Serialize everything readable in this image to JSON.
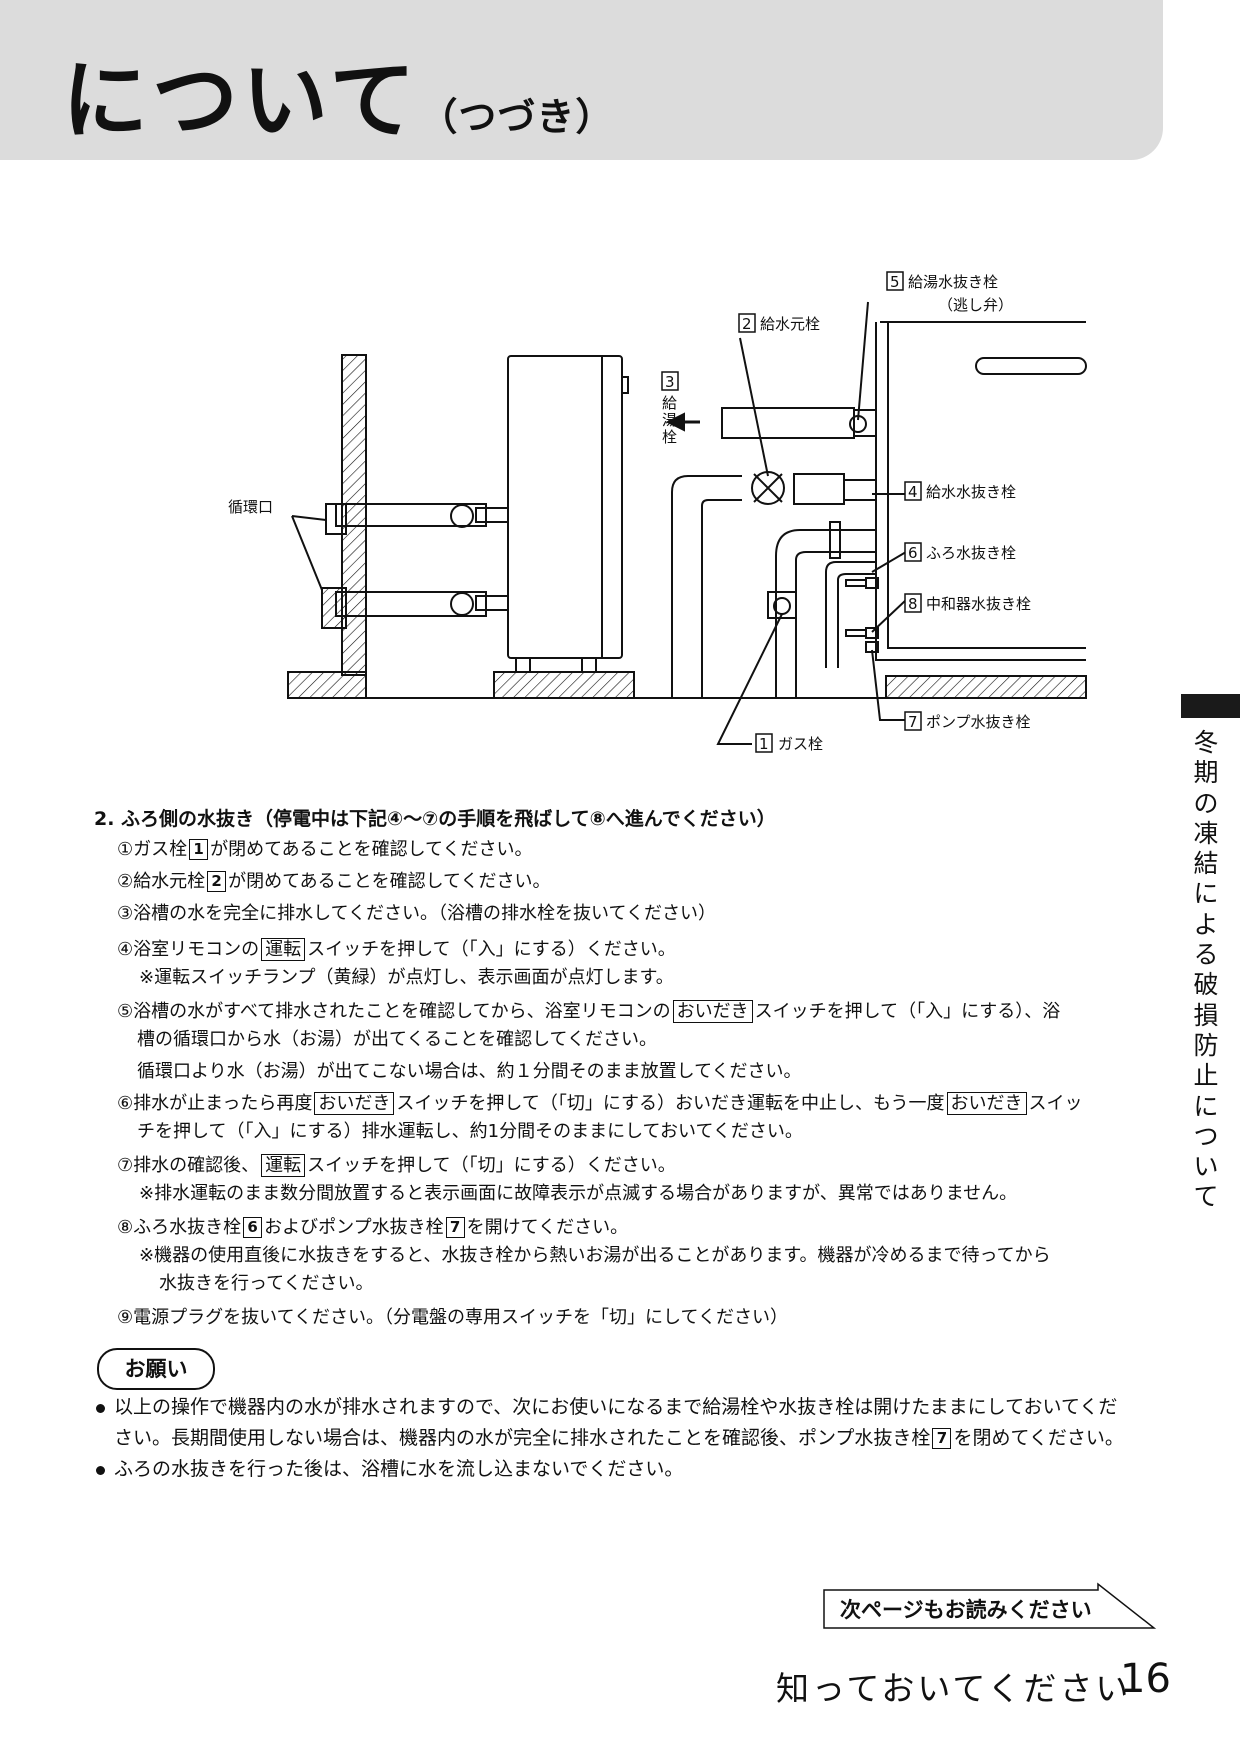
{
  "header": {
    "title": "について",
    "title_suffix": "（つづき）"
  },
  "side_tab": {
    "label_chars": [
      "冬",
      "期",
      "の",
      "凍",
      "結",
      "に",
      "よ",
      "る",
      "破",
      "損",
      "防",
      "止",
      "に",
      "つ",
      "い",
      "て"
    ]
  },
  "diagram": {
    "labels": {
      "hot_water_drain_valve": "給湯水抜き栓",
      "relief_valve": "（逃し弁）",
      "water_supply_main_valve": "給水元栓",
      "hot_water_valve": "給湯栓",
      "circulation_port": "循環口",
      "water_supply_drain_valve": "給水水抜き栓",
      "bath_drain_valve": "ふろ水抜き栓",
      "neutralizer_drain_valve": "中和器水抜き栓",
      "pump_drain_valve": "ポンプ水抜き栓",
      "gas_valve": "ガス栓"
    },
    "numbers": {
      "gas_valve": "1",
      "water_supply_main_valve": "2",
      "hot_water_valve": "3",
      "water_supply_drain_valve": "4",
      "hot_water_drain_valve": "5",
      "bath_drain_valve": "6",
      "pump_drain_valve": "7",
      "neutralizer_drain_valve": "8"
    }
  },
  "section": {
    "heading": "2. ふろ側の水抜き（停電中は下記④〜⑦の手順を飛ばして⑧へ進んでください）",
    "steps": {
      "s1": {
        "pre": "①ガス栓",
        "num": "1",
        "post": "が閉めてあることを確認してください。"
      },
      "s2": {
        "pre": "②給水元栓",
        "num": "2",
        "post": "が閉めてあることを確認してください。"
      },
      "s3": {
        "text": "③浴槽の水を完全に排水してください。（浴槽の排水栓を抜いてください）"
      },
      "s4": {
        "pre": "④浴室リモコンの",
        "key": "運転",
        "post": "スイッチを押して（「入」にする）ください。",
        "note": "※運転スイッチランプ（黄緑）が点灯し、表示画面が点灯します。"
      },
      "s5": {
        "pre": "⑤浴槽の水がすべて排水されたことを確認してから、浴室リモコンの",
        "key": "おいだき",
        "post": "スイッチを押して（「入」にする）、浴",
        "line2": "槽の循環口から水（お湯）が出てくることを確認してください。",
        "line3": "循環口より水（お湯）が出てこない場合は、約１分間そのまま放置してください。"
      },
      "s6": {
        "pre": "⑥排水が止まったら再度",
        "key1": "おいだき",
        "mid": "スイッチを押して（「切」にする）おいだき運転を中止し、もう一度",
        "key2": "おいだき",
        "post": "スイッ",
        "line2": "チを押して（「入」にする）排水運転し、約1分間そのままにしておいてください。"
      },
      "s7": {
        "pre": "⑦排水の確認後、",
        "key": "運転",
        "post": "スイッチを押して（「切」にする）ください。",
        "note": "※排水運転のまま数分間放置すると表示画面に故障表示が点滅する場合がありますが、異常ではありません。"
      },
      "s8": {
        "pre": "⑧ふろ水抜き栓",
        "num1": "6",
        "mid": "およびポンプ水抜き栓",
        "num2": "7",
        "post": "を開けてください。",
        "note": "※機器の使用直後に水抜きをすると、水抜き栓から熱いお湯が出ることがあります。機器が冷めるまで待ってから",
        "note2": "水抜きを行ってください。"
      },
      "s9": {
        "text": "⑨電源プラグを抜いてください。（分電盤の専用スイッチを「切」にしてください）"
      }
    }
  },
  "request": {
    "badge": "お願い",
    "b1_line1": "以上の操作で機器内の水が排水されますので、次にお使いになるまで給湯栓や水抜き栓は開けたままにしておいてくだ",
    "b1_line2_pre": "さい。長期間使用しない場合は、機器内の水が完全に排水されたことを確認後、ポンプ水抜き栓",
    "b1_num": "7",
    "b1_line2_post": "を閉めてください。",
    "b2": "ふろの水抜きを行った後は、浴槽に水を流し込まないでください。"
  },
  "footer": {
    "next_page": "次ページもお読みください",
    "section_name": "知っておいてください",
    "page_number": "16"
  }
}
